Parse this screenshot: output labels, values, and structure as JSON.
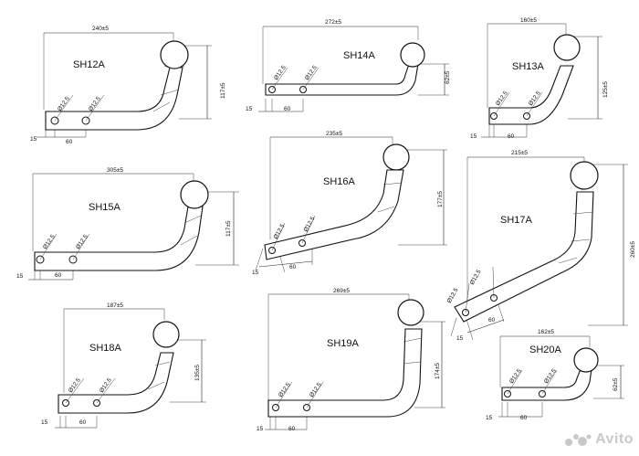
{
  "hooks": [
    {
      "model": "SH12A",
      "width_dim": "240±5",
      "height_dim": "117±5",
      "hole_dim_1": "Ø12.5",
      "hole_dim_2": "Ø12.5",
      "offset_dim": "15",
      "spacing_dim": "60"
    },
    {
      "model": "SH14A",
      "width_dim": "272±5",
      "height_dim": "62±5",
      "hole_dim_1": "Ø12.5",
      "hole_dim_2": "Ø12.5",
      "offset_dim": "15",
      "spacing_dim": "60"
    },
    {
      "model": "SH13A",
      "width_dim": "160±5",
      "height_dim": "125±5",
      "hole_dim_1": "Ø12.5",
      "hole_dim_2": "Ø12.5",
      "offset_dim": "15",
      "spacing_dim": "60"
    },
    {
      "model": "SH15A",
      "width_dim": "305±5",
      "height_dim": "117±5",
      "hole_dim_1": "Ø12.5",
      "hole_dim_2": "Ø12.5",
      "offset_dim": "15",
      "spacing_dim": "60"
    },
    {
      "model": "SH16A",
      "width_dim": "235±5",
      "height_dim": "177±5",
      "hole_dim_1": "Ø12.5",
      "hole_dim_2": "Ø12.5",
      "offset_dim": "15",
      "spacing_dim": "60"
    },
    {
      "model": "SH17A",
      "width_dim": "215±5",
      "height_dim": "260±5",
      "hole_dim_1": "Ø12.5",
      "hole_dim_2": "Ø12.5",
      "offset_dim": "15",
      "spacing_dim": "60"
    },
    {
      "model": "SH18A",
      "width_dim": "187±5",
      "height_dim": "135±5",
      "hole_dim_1": "Ø12.5",
      "hole_dim_2": "Ø12.5",
      "offset_dim": "15",
      "spacing_dim": "60"
    },
    {
      "model": "SH19A",
      "width_dim": "269±5",
      "height_dim": "174±5",
      "hole_dim_1": "Ø12.5",
      "hole_dim_2": "Ø12.5",
      "offset_dim": "15",
      "spacing_dim": "60"
    },
    {
      "model": "SH20A",
      "width_dim": "162±5",
      "height_dim": "62±5",
      "hole_dim_1": "Ø12.5",
      "hole_dim_2": "Ø12.5",
      "offset_dim": "15",
      "spacing_dim": "60"
    }
  ],
  "watermark": {
    "text": "Avito",
    "logo_icon": "avito-logo-icon"
  }
}
